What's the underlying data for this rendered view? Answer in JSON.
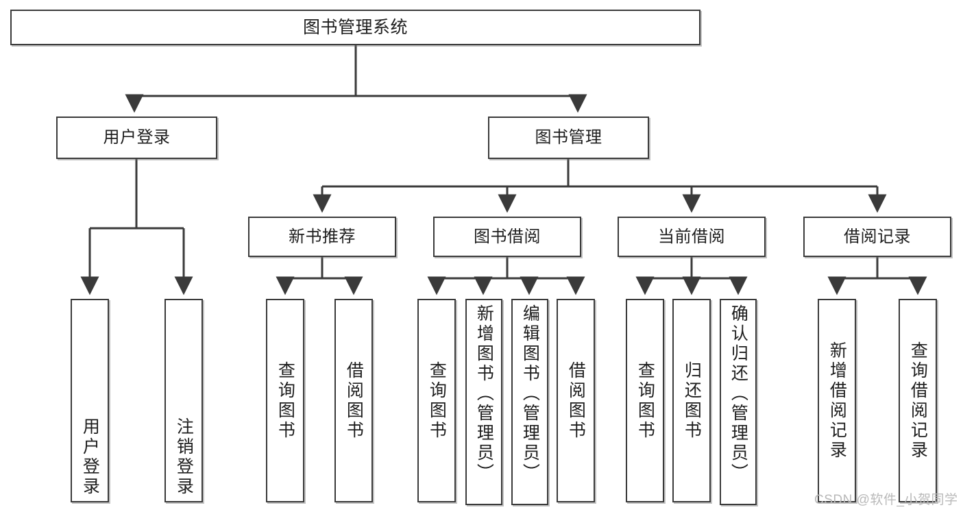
{
  "diagram": {
    "title": "图书管理系统",
    "root": {
      "label": "图书管理系统"
    },
    "level1": [
      {
        "label": "用户登录"
      },
      {
        "label": "图书管理"
      }
    ],
    "level2": [
      {
        "label": "新书推荐"
      },
      {
        "label": "图书借阅"
      },
      {
        "label": "当前借阅"
      },
      {
        "label": "借阅记录"
      }
    ],
    "leaves": {
      "user_login": [
        {
          "label": "用户登录"
        },
        {
          "label": "注销登录"
        }
      ],
      "new_book": [
        {
          "label": "查询图书"
        },
        {
          "label": "借阅图书"
        }
      ],
      "borrow_book": [
        {
          "label": "查询图书"
        },
        {
          "label": "新增图书（管理员）"
        },
        {
          "label": "编辑图书（管理员）"
        },
        {
          "label": "借阅图书"
        }
      ],
      "current_borrow": [
        {
          "label": "查询图书"
        },
        {
          "label": "归还图书"
        },
        {
          "label": "确认归还（管理员）"
        }
      ],
      "borrow_record": [
        {
          "label": "新增借阅记录"
        },
        {
          "label": "查询借阅记录"
        }
      ]
    }
  },
  "watermark": {
    "text": "CSDN @软件_小贺同学"
  },
  "colors": {
    "stroke": "#3a3a3a",
    "fill": "#ffffff",
    "text": "#1d1d1d",
    "watermark": "#b9b9b9"
  }
}
